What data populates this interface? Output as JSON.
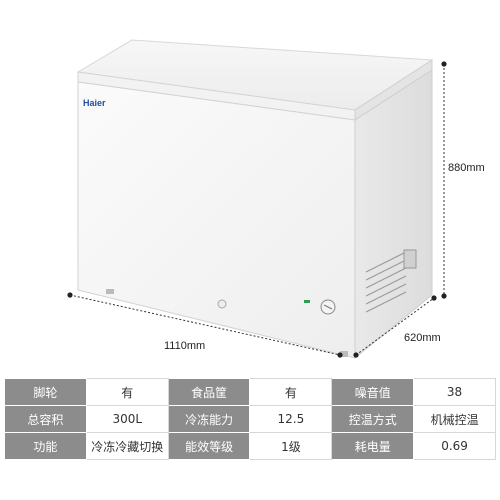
{
  "product": {
    "brand_logo": "Haier"
  },
  "dimensions": {
    "height": "880mm",
    "width": "1110mm",
    "depth": "620mm"
  },
  "colors": {
    "body": "#ffffff",
    "header_cell": "#8c8c8c",
    "dim_line": "#333333"
  },
  "specs": [
    [
      {
        "label": "脚轮",
        "value": "有"
      },
      {
        "label": "食品筐",
        "value": "有"
      },
      {
        "label": "噪音值",
        "value": "38"
      }
    ],
    [
      {
        "label": "总容积",
        "value": "300L"
      },
      {
        "label": "冷冻能力",
        "value": "12.5"
      },
      {
        "label": "控温方式",
        "value": "机械控温"
      }
    ],
    [
      {
        "label": "功能",
        "value": "冷冻冷藏切换"
      },
      {
        "label": "能效等级",
        "value": "1级"
      },
      {
        "label": "耗电量",
        "value": "0.69"
      }
    ]
  ]
}
